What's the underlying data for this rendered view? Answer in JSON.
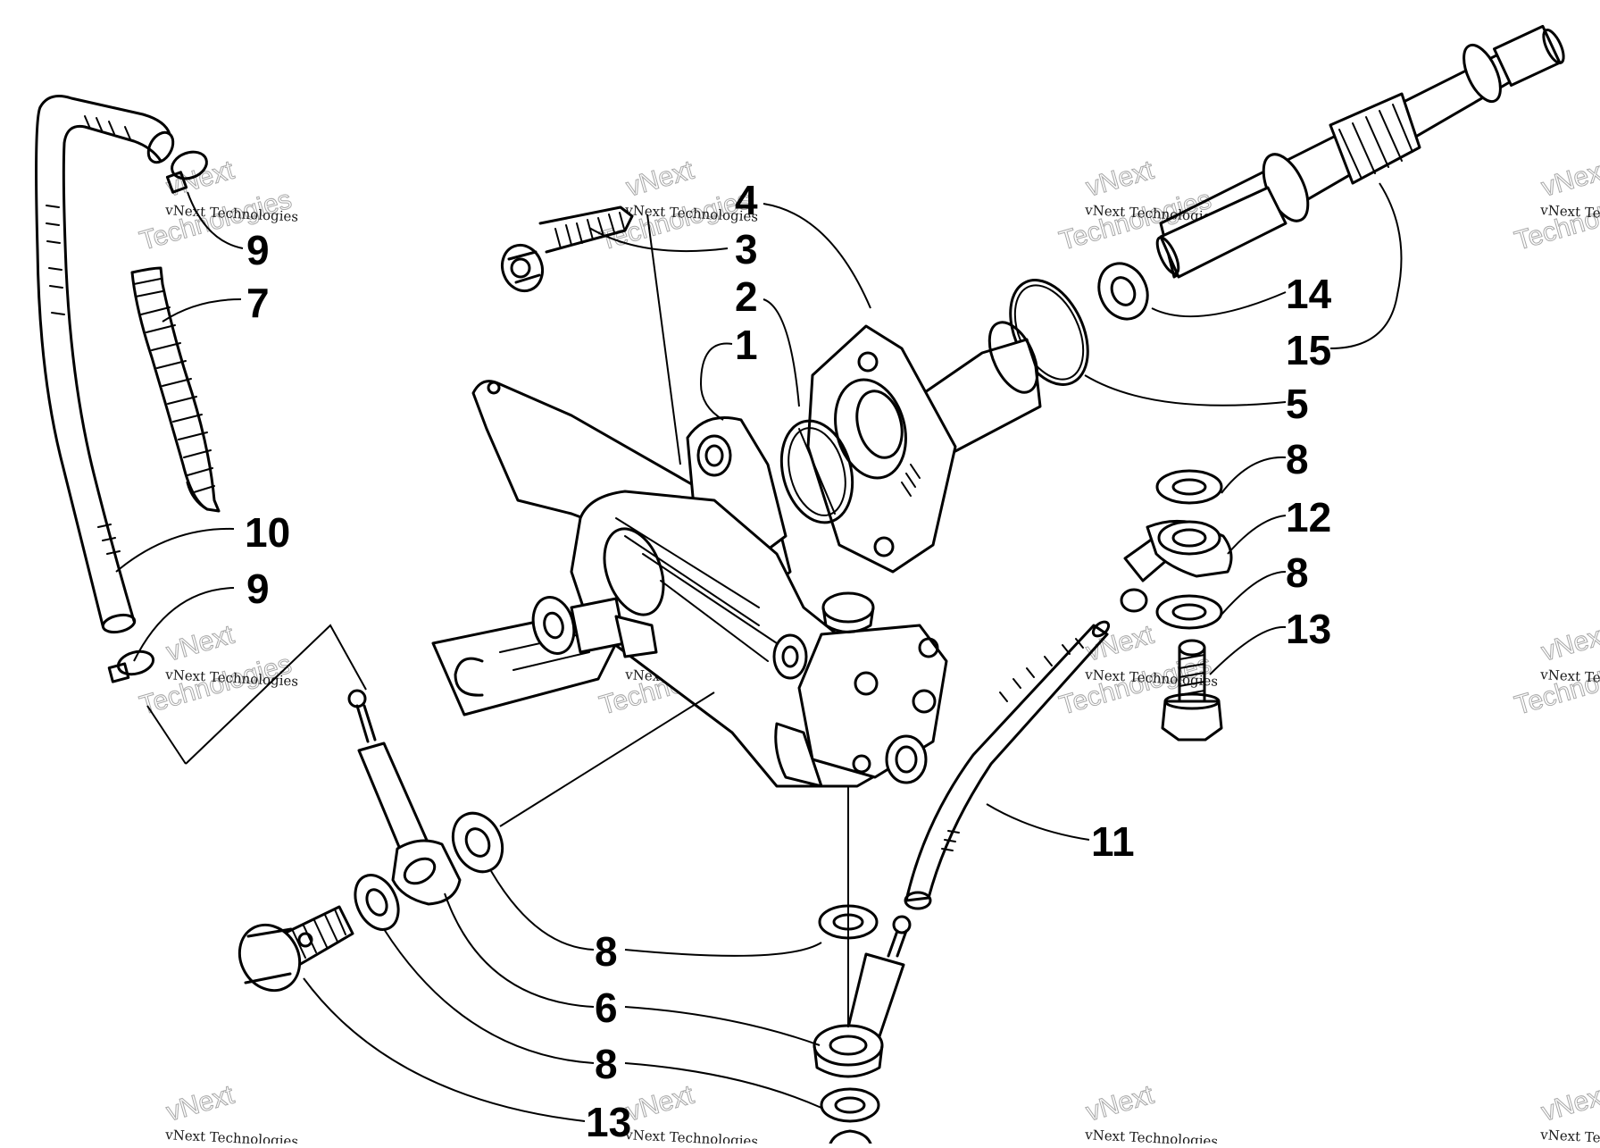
{
  "diagram": {
    "callouts": {
      "c1": "1",
      "c2": "2",
      "c3": "3",
      "c4": "4",
      "c5": "5",
      "c6": "6",
      "c7": "7",
      "c8a": "8",
      "c8b": "8",
      "c8c": "8",
      "c8d": "8",
      "c9a": "9",
      "c9b": "9",
      "c10": "10",
      "c11": "11",
      "c12": "12",
      "c13a": "13",
      "c13b": "13",
      "c14": "14",
      "c15": "15"
    },
    "watermark": {
      "line1": "vNext Technologies",
      "line2": "vNext",
      "line3": "Technologies"
    }
  }
}
